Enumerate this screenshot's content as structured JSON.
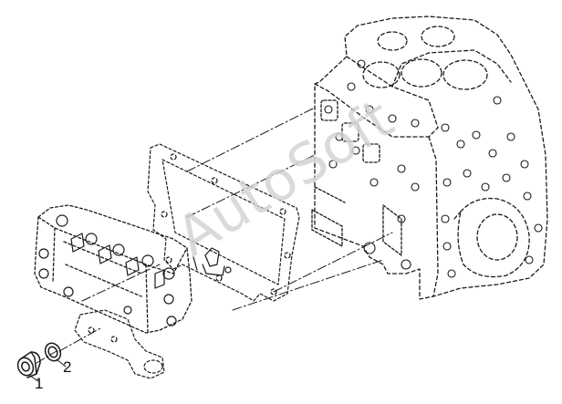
{
  "diagram": {
    "callouts": [
      {
        "id": "1",
        "label": "1"
      },
      {
        "id": "2",
        "label": "2"
      }
    ],
    "watermark": "AutoSoft",
    "colors": {
      "line": "#1a1a1a",
      "dash": "#333333",
      "background": "#ffffff",
      "watermark": "#d4d4d4"
    }
  }
}
